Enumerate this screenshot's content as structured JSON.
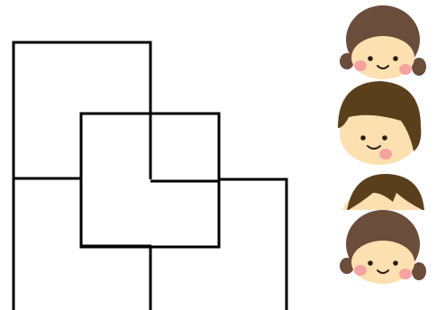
{
  "figure": {
    "line_color": "#000000",
    "background": "#ffffff"
  },
  "faces": [
    {
      "kind": "girl",
      "hair_color": "#6b4d3c",
      "skin_color": "#fde0b0",
      "cheek_color": "#f4a3a0"
    },
    {
      "kind": "boy",
      "hair_color": "#5a3f1c",
      "skin_color": "#fde0b0",
      "cheek_color": "#f4a3a0"
    },
    {
      "kind": "boy-cropped",
      "hair_color": "#5a3f1c",
      "skin_color": "#fde0b0",
      "cheek_color": "#f4a3a0"
    },
    {
      "kind": "girl",
      "hair_color": "#6b4d3c",
      "skin_color": "#fde0b0",
      "cheek_color": "#f4a3a0"
    }
  ]
}
